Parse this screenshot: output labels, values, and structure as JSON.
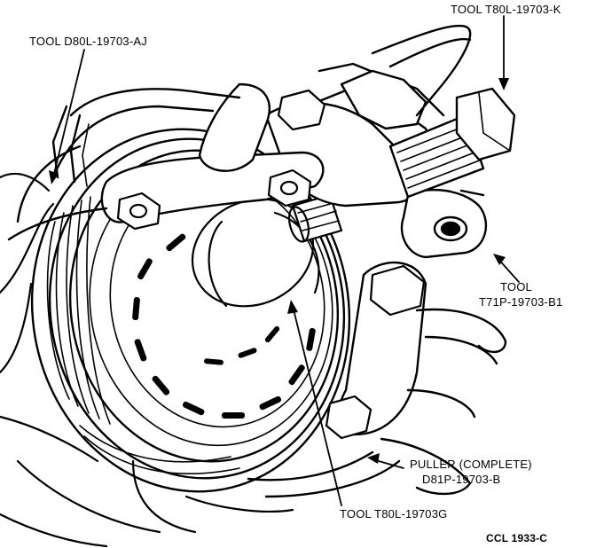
{
  "callouts": {
    "tool_k": "TOOL T80L-19703-K",
    "tool_aj": "TOOL D80L-19703-AJ",
    "tool_b1_line1": "TOOL",
    "tool_b1_line2": "T71P-19703-B1",
    "puller_line1": "PULLER (COMPLETE)",
    "puller_line2": "D81P-19703-B",
    "tool_g": "TOOL T80L-19703G",
    "figure_code": "CCL 1933-C"
  },
  "colors": {
    "ink": "#000000",
    "paper": "#ffffff"
  }
}
